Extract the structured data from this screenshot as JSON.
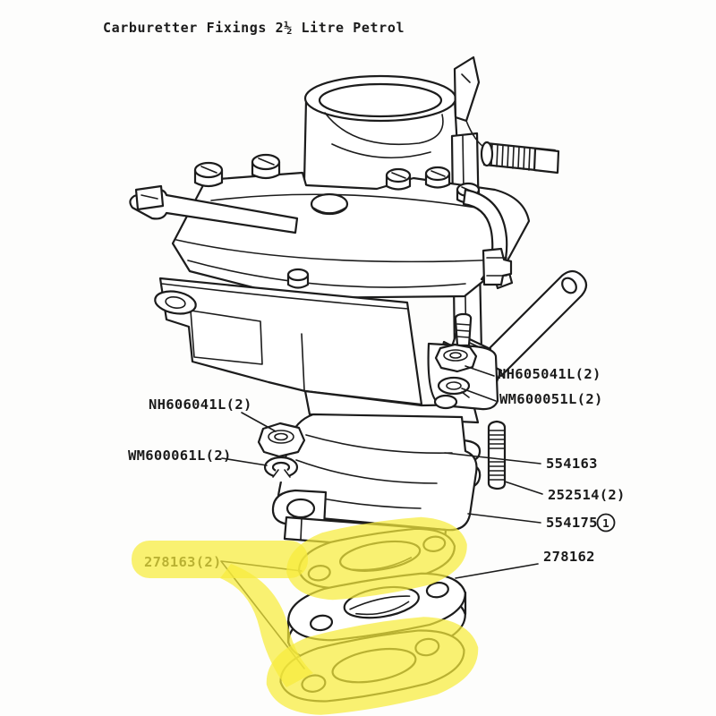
{
  "title": "Carburetter Fixings 2½ Litre Petrol",
  "colors": {
    "ink": "#1c1c1c",
    "paper": "#fdfdfc",
    "highlight": "#f6ec3c"
  },
  "labels": {
    "nh606041l": "NH606041L(2)",
    "wm600061l": "WM600061L(2)",
    "nh605041l": "NH605041L(2)",
    "wm600051l": "WM600051L(2)",
    "plate": "554163",
    "stud": "252514(2)",
    "adapter": "554175",
    "adapter_badge": "1",
    "gaskets": "278163(2)",
    "spacer": "278162"
  },
  "highlighted_parts": [
    "278163(2)"
  ]
}
